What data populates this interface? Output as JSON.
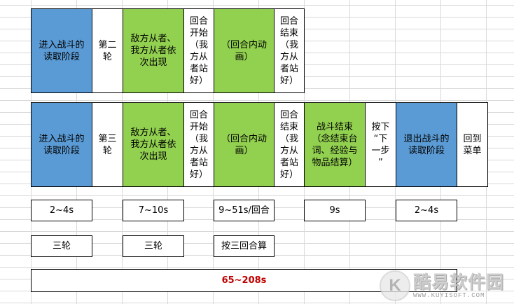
{
  "row1": {
    "enter_read": "进入战斗的\n读取阶段",
    "round": "第二\n轮",
    "enemy_appear": "敌方从者、\n我方从者依\n次出现",
    "round_start": "回合\n开始\n（我\n方从\n者站\n好）",
    "in_round_anim": "（回合内动\n画）",
    "round_end": "回合\n结束\n（我\n方从\n者站\n好）"
  },
  "row2": {
    "enter_read": "进入战斗的\n读取阶段",
    "round": "第三\n轮",
    "enemy_appear": "敌方从者、\n我方从者依\n次出现",
    "round_start": "回合\n开始\n（我\n方从\n者站\n好）",
    "in_round_anim": "（回合内动\n画）",
    "round_end": "回合\n结束\n（我\n方从\n者站\n好）",
    "battle_end": "战斗结束\n（念结束台\n词、经验与\n物品结算）",
    "press_next": "按下\n“下\n一步\n”",
    "exit_read": "退出战斗的\n读取阶段",
    "back_menu": "回到\n菜单"
  },
  "times": {
    "enter": "2~4s",
    "appear": "7~10s",
    "per_round": "9~51s/回合",
    "battle_end": "9s",
    "exit": "2~4s"
  },
  "counts": {
    "enter": "三轮",
    "appear": "三轮",
    "rounds": "按三回合算"
  },
  "total": "65~208s",
  "watermark": {
    "logo_letter": "K",
    "name": "酷易软件园",
    "url": "WWW.KUYISOFT.COM"
  },
  "colors": {
    "blue": "#5b9bd5",
    "green": "#92d050",
    "total_text": "#c00000"
  }
}
